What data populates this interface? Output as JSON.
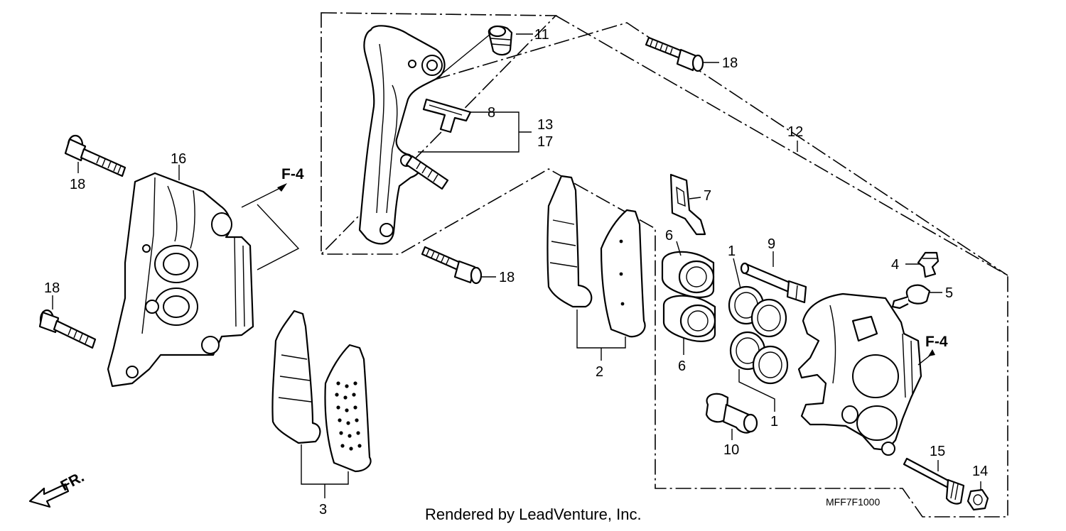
{
  "labels": {
    "p1a": "1",
    "p1b": "1",
    "p2": "2",
    "p3": "3",
    "p4": "4",
    "p5": "5",
    "p6a": "6",
    "p6b": "6",
    "p7": "7",
    "p8": "8",
    "p9": "9",
    "p10": "10",
    "p11": "11",
    "p12": "12",
    "p13": "13",
    "p14": "14",
    "p15": "15",
    "p16": "16",
    "p17": "17",
    "p18a": "18",
    "p18b": "18",
    "p18c": "18",
    "p18d": "18"
  },
  "refs": {
    "left": "F-4",
    "right": "F-4"
  },
  "direction": "FR.",
  "diagram_code": "MFF7F1000",
  "credit": "Rendered by LeadVenture, Inc."
}
